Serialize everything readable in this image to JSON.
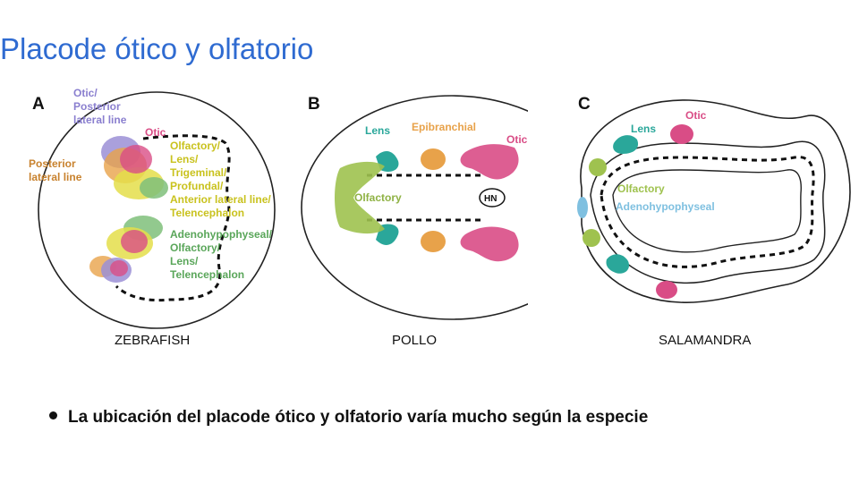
{
  "slide": {
    "title": "Placode ótico y olfatorio",
    "bullet": "La ubicación del placode ótico y olfatorio varía mucho según la especie"
  },
  "panels": [
    {
      "letter": "A",
      "caption": "ZEBRAFISH",
      "labels": {
        "otic_posterior": [
          "Otic/",
          "Posterior",
          "lateral line"
        ],
        "otic": "Otic",
        "posterior_lateral": [
          "Posterior",
          "lateral line"
        ],
        "olfactory_group": [
          "Olfactory/",
          "Lens/",
          "Trigeminal/",
          "Profundal/",
          "Anterior lateral line/",
          "Telencephalon"
        ],
        "adeno_group": [
          "Adenohypophyseal/",
          "Olfactory/",
          "Lens/",
          "Telencephalon"
        ]
      }
    },
    {
      "letter": "B",
      "caption": "POLLO",
      "labels": {
        "lens": "Lens",
        "epibranchial": "Epibranchial",
        "otic": "Otic",
        "olfactory": "Olfactory",
        "hn": "HN"
      }
    },
    {
      "letter": "C",
      "caption": "SALAMANDRA",
      "labels": {
        "lens": "Lens",
        "otic": "Otic",
        "olfactory": "Olfactory",
        "adenohypophyseal": "Adenohypophyseal"
      }
    }
  ],
  "colors": {
    "title": "#2f6bd1",
    "purple": "#9b8fd6",
    "pink": "#d94d86",
    "orange": "#e8a24a",
    "yellow": "#e4de4a",
    "green": "#7fbf7a",
    "olive": "#9fc24f",
    "teal": "#2aa79a",
    "blue": "#7fc0e0"
  }
}
